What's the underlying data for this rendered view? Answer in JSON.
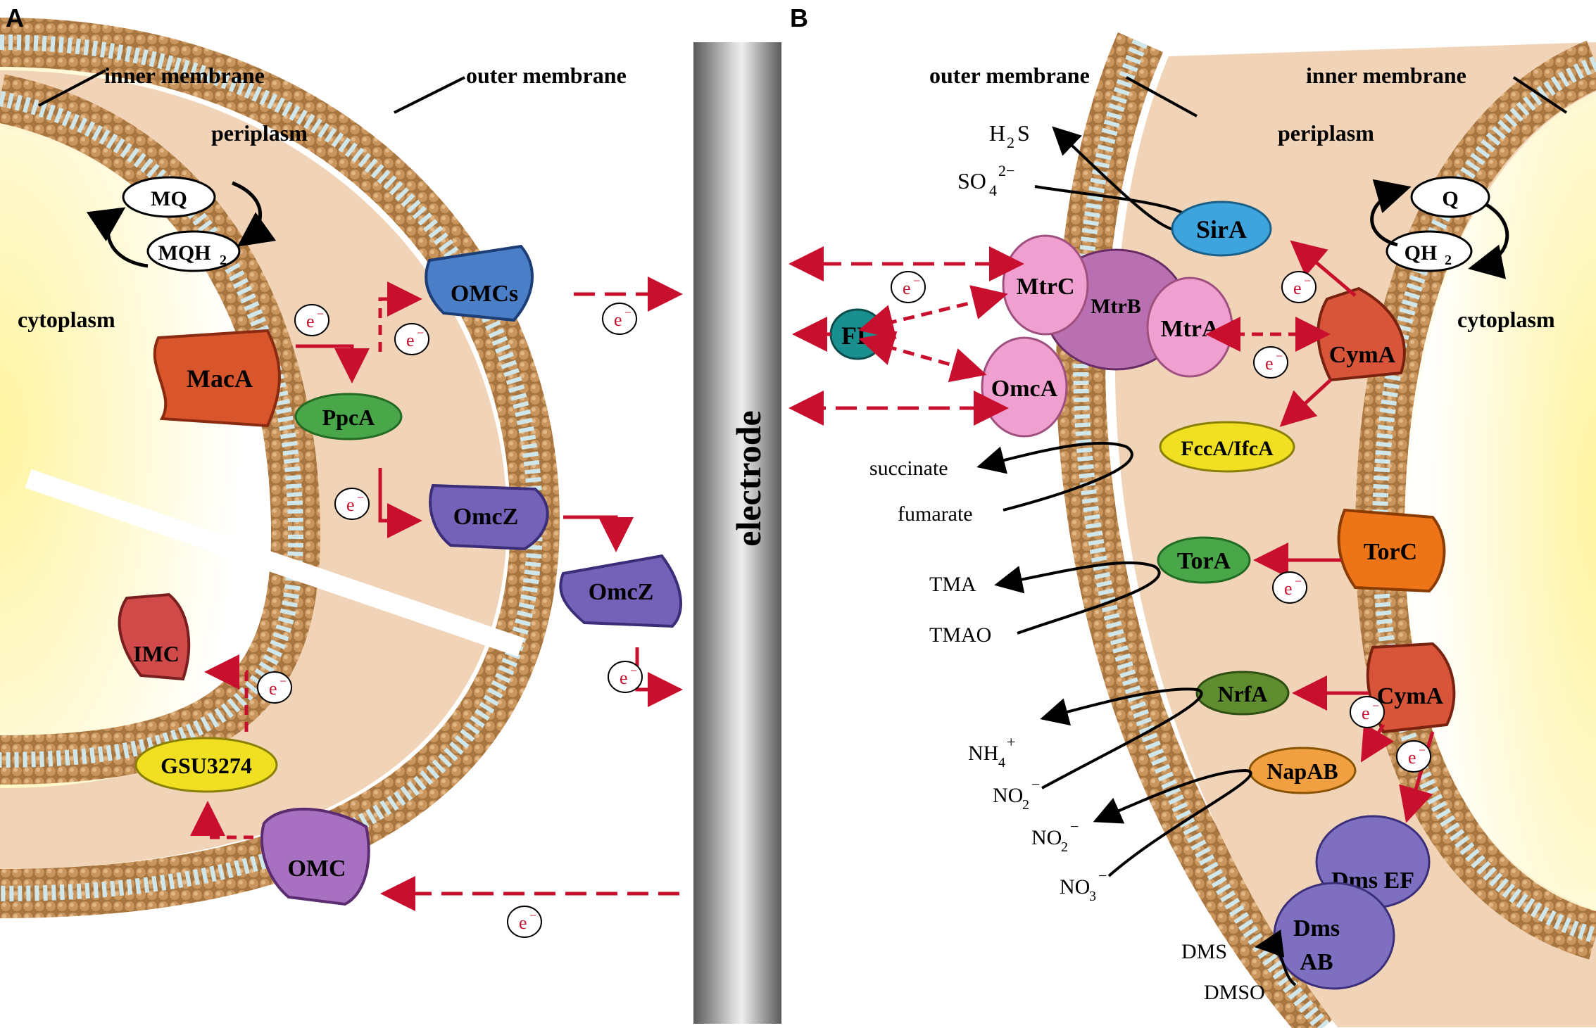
{
  "panel_a": {
    "letter": "A",
    "inner_membrane": "inner membrane",
    "outer_membrane": "outer membrane",
    "periplasm": "periplasm",
    "cytoplasm": "cytoplasm",
    "mq": "MQ",
    "mqh2": "MQH",
    "mqh2_sub": "2",
    "maca": "MacA",
    "ppca": "PpcA",
    "omcs": "OMCs",
    "omcz_membrane": "OmcZ",
    "omcz_free": "OmcZ",
    "imc": "IMC",
    "gsu3274": "GSU3274",
    "omc": "OMC",
    "electron": "e",
    "electron_sup": "−"
  },
  "electrode": {
    "label": "electrode"
  },
  "panel_b": {
    "letter": "B",
    "outer_membrane": "outer membrane",
    "inner_membrane": "inner membrane",
    "periplasm": "periplasm",
    "cytoplasm": "cytoplasm",
    "h2s": "H",
    "h2s_sub": "2",
    "h2s_end": "S",
    "so4": "SO",
    "so4_sub": "4",
    "so4_sup": "2−",
    "sira": "SirA",
    "q": "Q",
    "qh2": "QH",
    "qh2_sub": "2",
    "mtrc": "MtrC",
    "mtrb": "MtrB",
    "mtra": "MtrA",
    "omca": "OmcA",
    "fl": "FL",
    "cyma_top": "CymA",
    "cyma_bottom": "CymA",
    "fcca": "FccA/IfcA",
    "succinate": "succinate",
    "fumarate": "fumarate",
    "torc": "TorC",
    "tora": "TorA",
    "tma": "TMA",
    "tmao": "TMAO",
    "nrfa": "NrfA",
    "nh4": "NH",
    "nh4_sub": "4",
    "nh4_sup": "+",
    "no2a": "NO",
    "no2a_sub": "2",
    "no2a_sup": "−",
    "napab": "NapAB",
    "no2b": "NO",
    "no2b_sub": "2",
    "no2b_sup": "−",
    "no3": "NO",
    "no3_sub": "3",
    "no3_sup": "−",
    "dmsef": "Dms EF",
    "dmsab_1": "Dms",
    "dmsab_2": "AB",
    "dms": "DMS",
    "dmso": "DMSO"
  },
  "colors": {
    "arrow_red": "#c8102e",
    "membrane_bead": "#b98a55",
    "membrane_core": "#cfe7ea",
    "periplasm": "#f1d4b8",
    "cytoplasm": "#fff2a8"
  }
}
